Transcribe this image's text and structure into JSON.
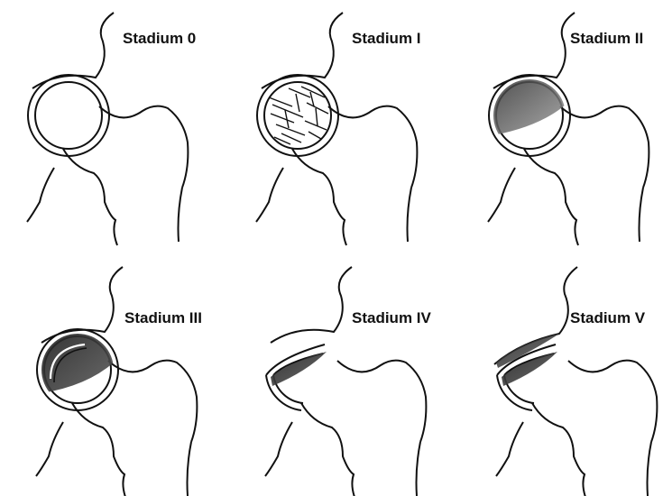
{
  "figure": {
    "title": "",
    "panels": [
      {
        "id": "stage0",
        "label": "Stadium 0",
        "variant": "normal"
      },
      {
        "id": "stage1",
        "label": "Stadium I",
        "variant": "hatched"
      },
      {
        "id": "stage2",
        "label": "Stadium II",
        "variant": "shaded"
      },
      {
        "id": "stage3",
        "label": "Stadium III",
        "variant": "crescent"
      },
      {
        "id": "stage4",
        "label": "Stadium IV",
        "variant": "collapsed"
      },
      {
        "id": "stage5",
        "label": "Stadium V",
        "variant": "arthrosis"
      }
    ]
  },
  "colors": {
    "line": "#111111",
    "shade": "#555555",
    "background": "#ffffff"
  }
}
